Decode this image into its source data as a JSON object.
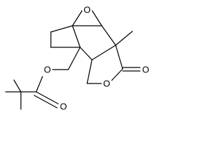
{
  "atoms": {
    "bridge_oxygen": "O",
    "carbonyl_oxygen": "O",
    "ring_oxygen": "O",
    "ester_oxygen": "O",
    "ester_carbonyl_oxygen": "O"
  }
}
